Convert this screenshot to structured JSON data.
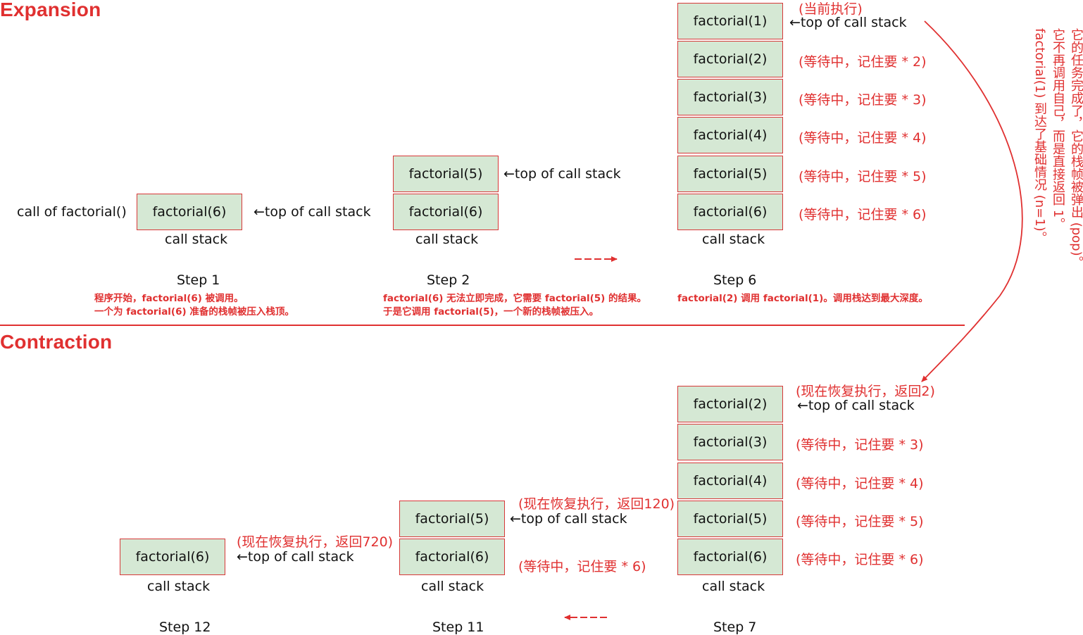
{
  "sections": {
    "expansion": "Expansion",
    "contraction": "Contraction"
  },
  "labels": {
    "call_of": "call of factorial()",
    "top": "←top of call stack",
    "call_stack": "call stack"
  },
  "frames": {
    "f1": "factorial(1)",
    "f2": "factorial(2)",
    "f3": "factorial(3)",
    "f4": "factorial(4)",
    "f5": "factorial(5)",
    "f6": "factorial(6)"
  },
  "steps": {
    "s1": "Step 1",
    "s2": "Step 2",
    "s6": "Step 6",
    "s7": "Step 7",
    "s11": "Step 11",
    "s12": "Step 12"
  },
  "descriptions": {
    "s1_line1": "程序开始，factorial(6) 被调用。",
    "s1_line2": "一个为 factorial(6) 准备的栈帧被压入栈顶。",
    "s2_line1": "factorial(6) 无法立即完成，它需要 factorial(5) 的结果。",
    "s2_line2": "于是它调用 factorial(5)，一个新的栈帧被压入。",
    "s6_line1": "factorial(2) 调用 factorial(1)。调用栈达到最大深度。"
  },
  "notes": {
    "current": "(当前执行)",
    "wait2": "(等待中，记住要 * 2)",
    "wait3": "(等待中，记住要 * 3)",
    "wait4": "(等待中，记住要 * 4)",
    "wait5": "(等待中，记住要 * 5)",
    "wait6": "(等待中，记住要 * 6)",
    "resume2": "(现在恢复执行，返回2)",
    "resume120": "(现在恢复执行，返回120)",
    "resume720": "(现在恢复执行，返回720)"
  },
  "side_note": {
    "col1": "它的任务完成了，它的栈帧被弹出 (pop)。",
    "col2": "它不再调用自己，而是直接返回 1。",
    "col3": "factorial(1) 到达了基础情况 (n=1)。"
  },
  "colors": {
    "accent": "#e03030",
    "frame_fill": "#d5e8d4",
    "frame_border": "#d73838"
  }
}
